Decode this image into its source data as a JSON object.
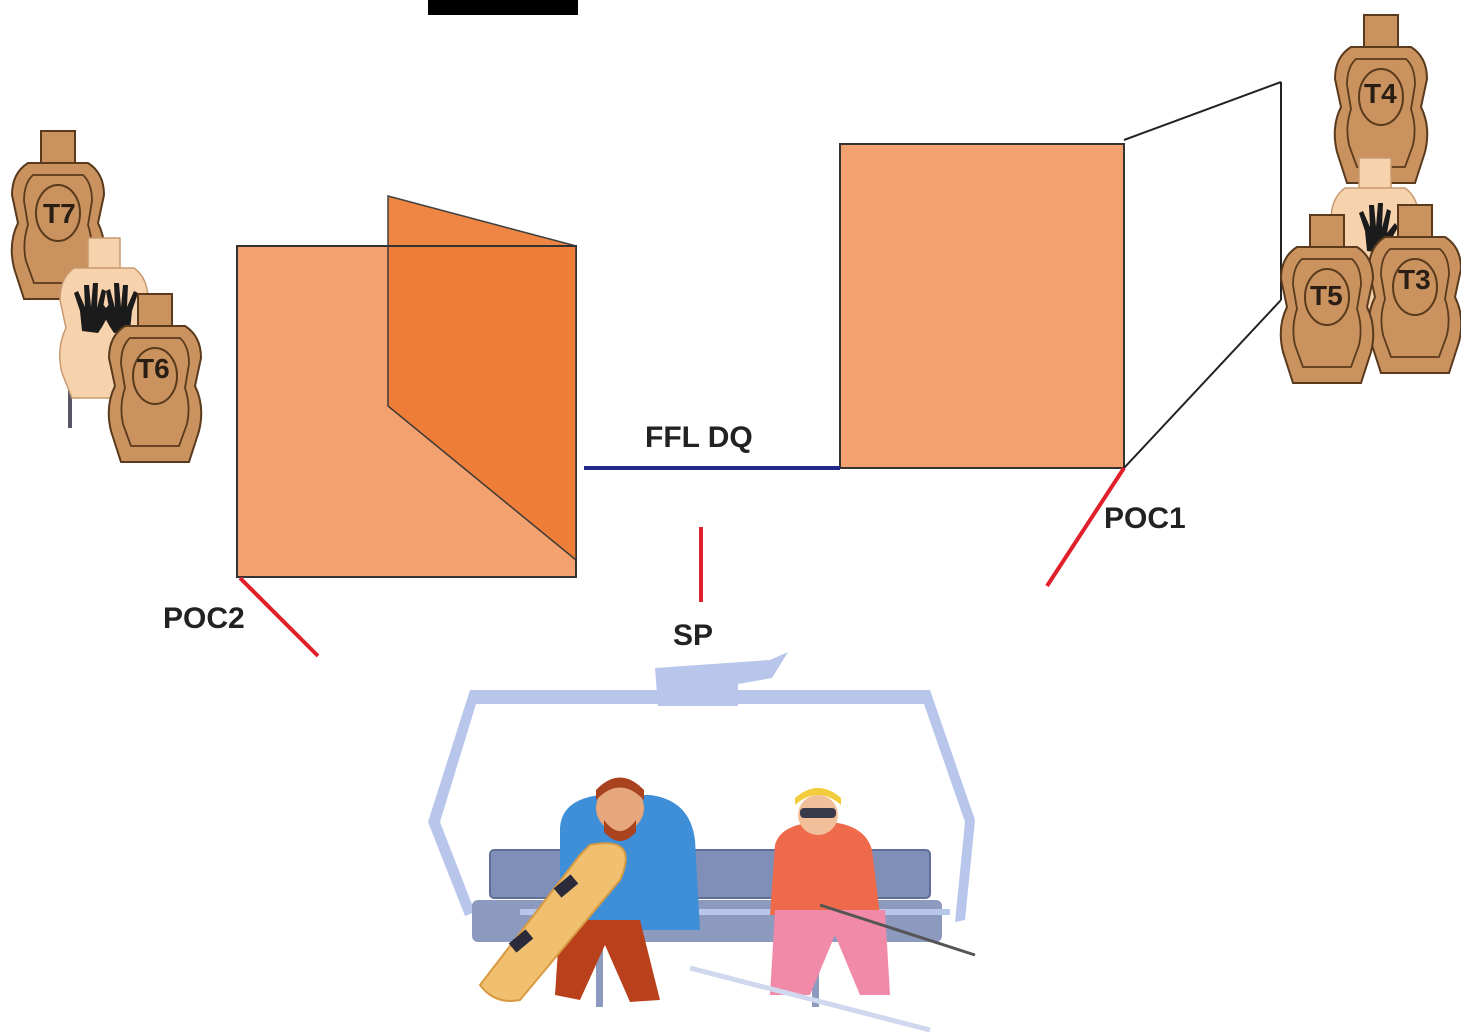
{
  "labels": {
    "ffl_dq": "FFL DQ",
    "poc1": "POC1",
    "poc2": "POC2",
    "sp": "SP"
  },
  "targets": {
    "t3": "T3",
    "t4": "T4",
    "t5": "T5",
    "t6": "T6",
    "t7": "T7"
  },
  "colors": {
    "wall": "#f2a16f",
    "wall_dark": "#ee7b33",
    "fault_line": "#1f2a8a",
    "marker": "#e0202a",
    "target_tan": "#c9925f",
    "no_shoot": "#f6d2ad",
    "lift_frame": "#b8c6ec",
    "header_block": "#000000"
  },
  "icons": [
    "header-block",
    "no-shoot-hands-icon",
    "chairlift-illustration",
    "skier-illustration",
    "snowboarder-illustration"
  ]
}
